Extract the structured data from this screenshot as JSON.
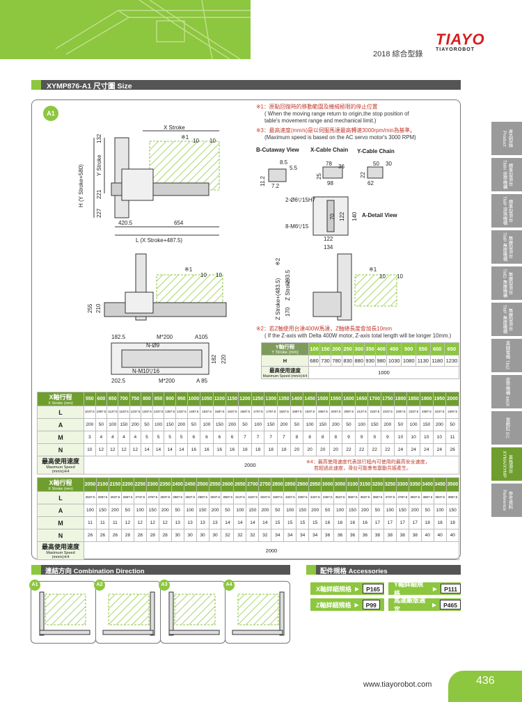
{
  "header": {
    "catalog_title": "2018 綜合型錄",
    "logo_main": "TIAYO",
    "logo_sub": "TIAYOROBOT"
  },
  "section": {
    "title": "XYMP876-A1 尺寸圖 Size"
  },
  "badge": "A1",
  "notes": {
    "n1_zh": "※1：原點回復時的移動範圍及機械極限的停止位置",
    "n1_en1": "( When the moving range return to origin,the stop position of",
    "n1_en2": "table's movement range and mechanical limit.)",
    "n3_zh": "※3：最高速度(mm/s)是以伺服馬達最高轉速3000rpm/min為基準。",
    "n3_en": "(Maximum speed is based on the AC servo motor's 3000 RPM)",
    "n2_zh": "※2：若Z軸使用台達400W馬達，Z軸總長度會加長10mm",
    "n2_en": "( If the Z-axis with Delta 400W motor, Z-axis total length will be longer 10mm.)",
    "n4_zh": "※4：最高使用速度代表該行程內可使用的最高安全速度，",
    "n4_zh2": "若超過此速度，滑台可能會有震動共振產生。"
  },
  "drawing_labels": {
    "x_stroke": "X Stroke",
    "mark1": "※1",
    "d10a": "10",
    "d10b": "10",
    "h_label": "H (Y Stroke+580)",
    "y_stroke": "Y Stroke",
    "d132": "132",
    "d221": "221",
    "d227": "227",
    "d4205": "420.5",
    "d654": "654",
    "l_label": "L (X Stroke+487.5)",
    "b_cutaway": "B-Cutaway View",
    "x_chain": "X-Cable Chain",
    "y_chain": "Y-Cable Chain",
    "d85": "8.5",
    "d55": "5.5",
    "d112": "11.2",
    "d72": "7.2",
    "d78": "78",
    "d36": "36",
    "d25": "25",
    "d98": "98",
    "d50": "50",
    "d30": "30",
    "d22": "22",
    "d62": "62",
    "hole1": "2-Ø6▽15H7",
    "hole2": "8-M6▽15",
    "d70": "70",
    "d122v": "122",
    "d140": "140",
    "d122h": "122",
    "d134": "134",
    "a_detail": "A-Detail View",
    "mark1b": "※1",
    "d10c": "10",
    "d10d": "10",
    "d255": "255",
    "d210": "210",
    "z_stroke_total": "Z Stroke+(483.5)",
    "mark2": "※2",
    "d2935": "293.5",
    "d170": "170",
    "z_stroke": "Z Stroke",
    "mark1c": "※1",
    "d10e": "10",
    "d10f": "10",
    "d1825": "182.5",
    "m200a": "M*200",
    "a105": "A105",
    "n9": "N-Ø9",
    "d182": "182",
    "d220": "220",
    "nm10": "N-M10▽16",
    "d2025": "202.5",
    "m200b": "M*200",
    "a85": "A 85"
  },
  "y_table": {
    "header_zh": "Y軸行程",
    "header_en": "Y Stroke (mm)",
    "strokes": [
      "100",
      "150",
      "200",
      "250",
      "300",
      "350",
      "400",
      "450",
      "500",
      "550",
      "600",
      "650"
    ],
    "h_label": "H",
    "h_values": [
      "680",
      "730",
      "780",
      "830",
      "880",
      "930",
      "980",
      "1030",
      "1080",
      "1130",
      "1180",
      "1230"
    ],
    "speed_zh": "最高使用速度",
    "speed_en": "Maximum Speed (mm/s)※4",
    "speed_value": "1000"
  },
  "x_table1": {
    "header_zh": "X軸行程",
    "header_en": "X Stroke (mm)",
    "strokes": [
      "550",
      "600",
      "650",
      "700",
      "750",
      "800",
      "850",
      "900",
      "950",
      "1000",
      "1050",
      "1100",
      "1150",
      "1200",
      "1250",
      "1300",
      "1350",
      "1400",
      "1450",
      "1500",
      "1550",
      "1600",
      "1650",
      "1700",
      "1750",
      "1800",
      "1850",
      "1900",
      "1950",
      "2000"
    ],
    "L": [
      "1037.5",
      "1087.5",
      "1137.5",
      "1187.5",
      "1237.5",
      "1287.5",
      "1337.5",
      "1387.5",
      "1437.5",
      "1487.5",
      "1537.5",
      "1587.5",
      "1637.5",
      "1687.5",
      "1737.5",
      "1787.5",
      "1837.5",
      "1887.5",
      "1937.5",
      "1987.5",
      "2037.5",
      "2087.5",
      "2137.5",
      "2187.5",
      "2237.5",
      "2287.5",
      "2337.5",
      "2387.5",
      "2437.5",
      "2487.5"
    ],
    "A": [
      "200",
      "50",
      "100",
      "150",
      "200",
      "50",
      "100",
      "150",
      "200",
      "50",
      "100",
      "150",
      "200",
      "50",
      "100",
      "150",
      "200",
      "50",
      "100",
      "150",
      "200",
      "50",
      "100",
      "150",
      "200",
      "50",
      "100",
      "150",
      "200",
      "50"
    ],
    "M": [
      "3",
      "4",
      "4",
      "4",
      "4",
      "5",
      "5",
      "5",
      "5",
      "6",
      "6",
      "6",
      "6",
      "7",
      "7",
      "7",
      "7",
      "8",
      "8",
      "8",
      "8",
      "9",
      "9",
      "9",
      "9",
      "10",
      "10",
      "10",
      "10",
      "11"
    ],
    "N": [
      "10",
      "12",
      "12",
      "12",
      "12",
      "14",
      "14",
      "14",
      "14",
      "16",
      "16",
      "16",
      "16",
      "18",
      "18",
      "18",
      "18",
      "20",
      "20",
      "20",
      "20",
      "22",
      "22",
      "22",
      "22",
      "24",
      "24",
      "24",
      "24",
      "26"
    ],
    "speed_zh": "最高使用速度",
    "speed_en": "Maximum Speed (mm/s)※4",
    "speed_value": "2000"
  },
  "x_table2": {
    "header_zh": "X軸行程",
    "header_en": "X Stroke (mm)",
    "strokes": [
      "2050",
      "2100",
      "2150",
      "2200",
      "2250",
      "2300",
      "2350",
      "2400",
      "2450",
      "2500",
      "2550",
      "2600",
      "2650",
      "2700",
      "2750",
      "2800",
      "2850",
      "2900",
      "2950",
      "3000",
      "3050",
      "3100",
      "3150",
      "3200",
      "3250",
      "3300",
      "3350",
      "3400",
      "3450",
      "3500"
    ],
    "L": [
      "2537.5",
      "2587.5",
      "2637.5",
      "2687.5",
      "2737.5",
      "2787.5",
      "2837.5",
      "2887.5",
      "2937.5",
      "2987.5",
      "3037.5",
      "3087.5",
      "3137.5",
      "3187.5",
      "3237.5",
      "3287.5",
      "3337.5",
      "3387.5",
      "3437.5",
      "3487.5",
      "3537.5",
      "3587.5",
      "3637.5",
      "3687.5",
      "3737.5",
      "3787.5",
      "3837.5",
      "3887.5",
      "3937.5",
      "3987.5"
    ],
    "A": [
      "100",
      "150",
      "200",
      "50",
      "100",
      "150",
      "200",
      "50",
      "100",
      "150",
      "200",
      "50",
      "100",
      "150",
      "200",
      "50",
      "100",
      "150",
      "200",
      "50",
      "100",
      "150",
      "200",
      "50",
      "100",
      "150",
      "200",
      "50",
      "100",
      "150"
    ],
    "M": [
      "11",
      "11",
      "11",
      "12",
      "12",
      "12",
      "12",
      "13",
      "13",
      "13",
      "13",
      "14",
      "14",
      "14",
      "14",
      "15",
      "15",
      "15",
      "15",
      "16",
      "16",
      "16",
      "16",
      "17",
      "17",
      "17",
      "17",
      "18",
      "18",
      "18"
    ],
    "N": [
      "26",
      "26",
      "26",
      "28",
      "28",
      "28",
      "28",
      "30",
      "30",
      "30",
      "30",
      "32",
      "32",
      "32",
      "32",
      "34",
      "34",
      "34",
      "34",
      "36",
      "36",
      "36",
      "36",
      "38",
      "38",
      "38",
      "38",
      "40",
      "40",
      "40"
    ],
    "speed_zh": "最高使用速度",
    "speed_en": "Maximum Speed (mm/s)※4",
    "speed_value": "2000"
  },
  "row_labels": {
    "L": "L",
    "A": "A",
    "M": "M",
    "N": "N"
  },
  "combination": {
    "title": "連結方向  Combination Direction",
    "boxes": [
      "A1",
      "A2",
      "A3",
      "A4"
    ]
  },
  "accessories": {
    "title": "配件規格 Accessories",
    "items": [
      {
        "label": "X軸詳細規格",
        "page": "P165"
      },
      {
        "label": "Y軸詳細規格",
        "page": "P111"
      },
      {
        "label": "Z軸詳細規格",
        "page": "P99"
      },
      {
        "label": "馬達廠版選定",
        "page": "P465"
      }
    ]
  },
  "side_tabs": [
    "產品型錄 Product",
    "標準型滑台TMH 皮帶機構",
    "標準型滑台TMP 滾珠機構",
    "無塵型滑台TMP 無塵機構",
    "無塵型滑台TMD 無塵機構",
    "無塵型滑台TMF 無塵機構",
    "直線電機 TMZ",
    "皮帶機構 MKR",
    "電動缸 EC",
    "直角滑台 XYMA/XYMP",
    "參考資料 Reference"
  ],
  "active_side_tab": 9,
  "footer": {
    "url": "www.tiayorobot.com",
    "page": "436"
  },
  "colors": {
    "brand_green": "#8dc63f",
    "dark_green": "#6f9e2f",
    "logo_red": "#d91c1c",
    "bar_gray": "#555555"
  }
}
